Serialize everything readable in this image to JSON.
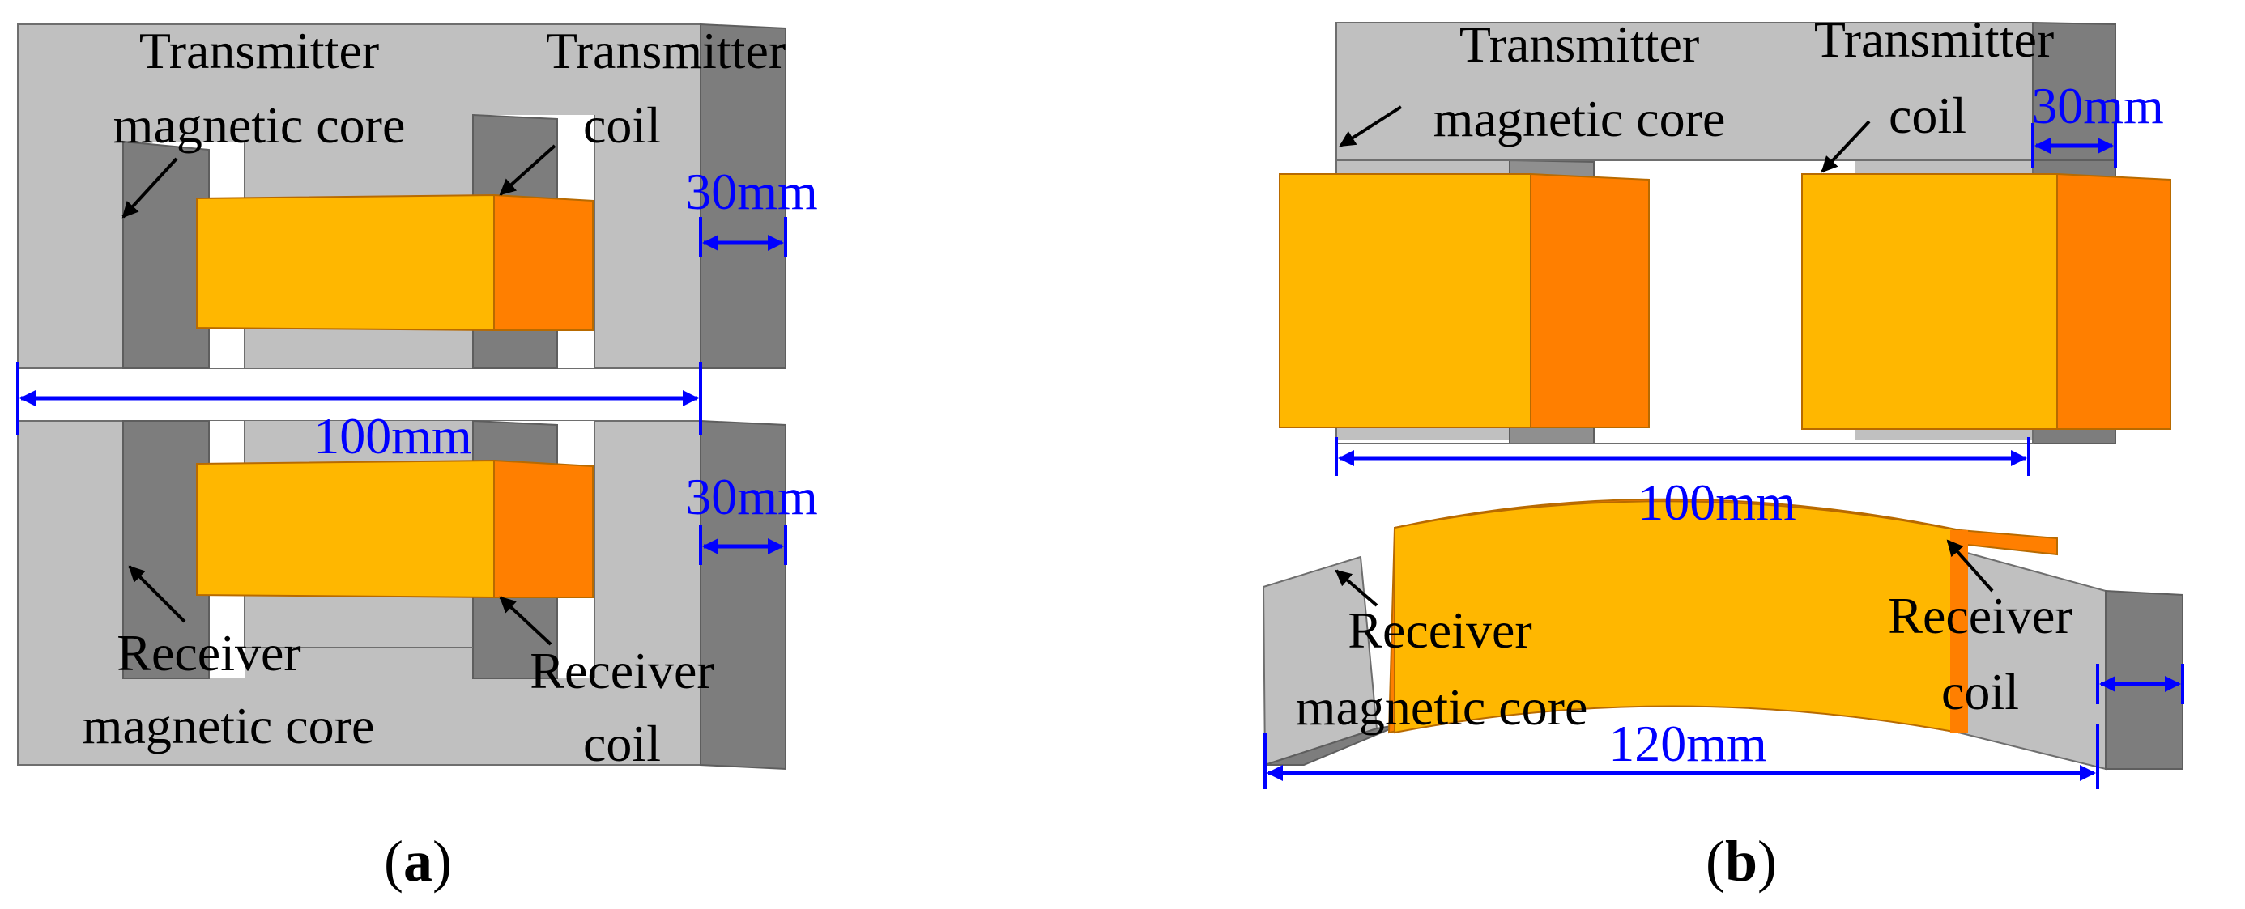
{
  "colors": {
    "core_light": "#c0c0c0",
    "core_mid": "#a3a3a3",
    "core_dark": "#7d7d7d",
    "coil_front": "#ffb700",
    "coil_side": "#ff7f00",
    "coil_edge": "#b86a00",
    "dimension": "#0000ff",
    "text": "#000000"
  },
  "panel_a": {
    "labels": {
      "tx_core_1": "Transmitter",
      "tx_core_2": "magnetic core",
      "tx_coil_1": "Transmitter",
      "tx_coil_2": "coil",
      "rx_core_1": "Receiver",
      "rx_core_2": "magnetic core",
      "rx_coil_1": "Receiver",
      "rx_coil_2": "coil"
    },
    "dimensions": {
      "width": "100mm",
      "depth_top": "30mm",
      "depth_bottom": "30mm"
    },
    "caption": {
      "open": "(",
      "letter": "a",
      "close": ")"
    }
  },
  "panel_b": {
    "labels": {
      "tx_core_1": "Transmitter",
      "tx_core_2": "magnetic core",
      "tx_coil_1": "Transmitter",
      "tx_coil_2": "coil",
      "rx_core_1": "Receiver",
      "rx_core_2": "magnetic core",
      "rx_coil_1": "Receiver",
      "rx_coil_2": "coil"
    },
    "dimensions": {
      "depth": "30mm",
      "tx_width": "100mm",
      "rx_width": "120mm"
    },
    "caption": {
      "open": "(",
      "letter": "b",
      "close": ")"
    }
  }
}
